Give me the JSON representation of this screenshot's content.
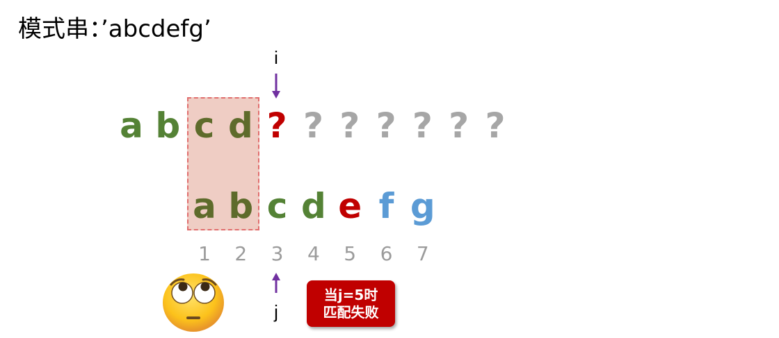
{
  "title": "模式串：’abcdefg’",
  "colors": {
    "green": "#548235",
    "olive": "#5e6b2b",
    "red": "#c00000",
    "blue": "#5b9bd5",
    "gray": "#a6a6a6",
    "purple": "#7030a0",
    "highlight_fill": "#efcdc4",
    "highlight_border": "#e06d6d"
  },
  "text_row": [
    {
      "char": "a",
      "color": "#548235"
    },
    {
      "char": "b",
      "color": "#548235"
    },
    {
      "char": "c",
      "color": "#5e6b2b"
    },
    {
      "char": "d",
      "color": "#5e6b2b"
    },
    {
      "char": "?",
      "color": "#c00000"
    },
    {
      "char": "?",
      "color": "#a6a6a6"
    },
    {
      "char": "?",
      "color": "#a6a6a6"
    },
    {
      "char": "?",
      "color": "#a6a6a6"
    },
    {
      "char": "?",
      "color": "#a6a6a6"
    },
    {
      "char": "?",
      "color": "#a6a6a6"
    },
    {
      "char": "?",
      "color": "#a6a6a6"
    }
  ],
  "pattern_row": [
    {
      "char": "a",
      "color": "#5e6b2b"
    },
    {
      "char": "b",
      "color": "#5e6b2b"
    },
    {
      "char": "c",
      "color": "#548235"
    },
    {
      "char": "d",
      "color": "#548235"
    },
    {
      "char": "e",
      "color": "#c00000"
    },
    {
      "char": "f",
      "color": "#5b9bd5"
    },
    {
      "char": "g",
      "color": "#5b9bd5"
    }
  ],
  "indices": [
    "1",
    "2",
    "3",
    "4",
    "5",
    "6",
    "7"
  ],
  "pointer_i": "i",
  "pointer_j": "j",
  "callout": {
    "line1": "当j=5时",
    "line2": "匹配失败"
  },
  "icons": {
    "face": "face-with-rolling-eyes-icon"
  }
}
